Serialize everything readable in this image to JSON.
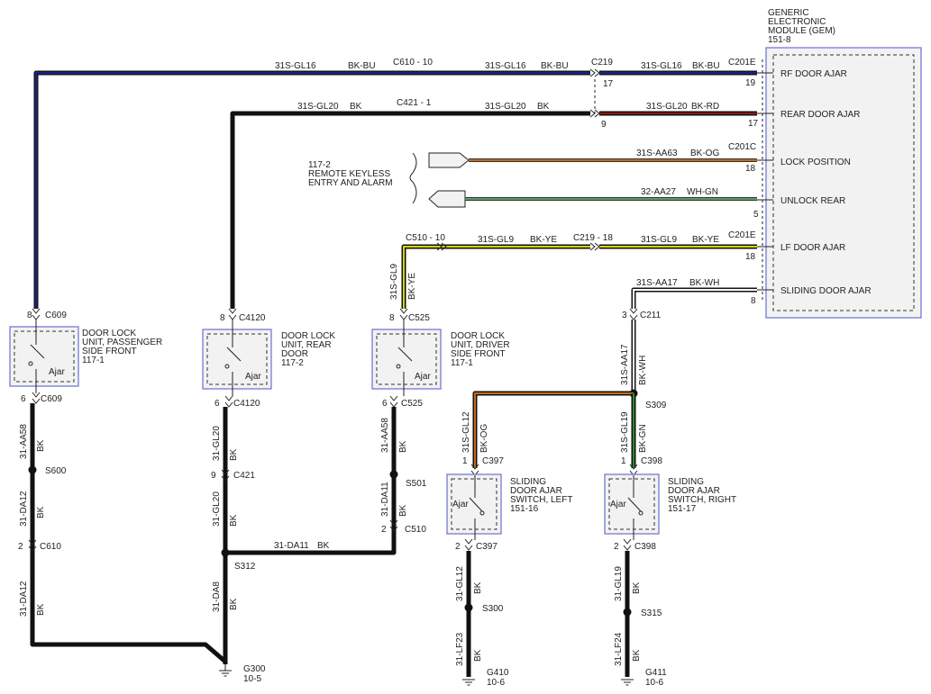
{
  "gem": {
    "title_lines": [
      "GENERIC",
      "ELECTRONIC",
      "MODULE (GEM)",
      "151-8"
    ],
    "pins": [
      {
        "label": "RF DOOR AJAR",
        "pin": "19",
        "connector": "C201E"
      },
      {
        "label": "REAR DOOR AJAR",
        "pin": "17",
        "connector": ""
      },
      {
        "label": "LOCK POSITION",
        "pin": "18",
        "connector": "C201C"
      },
      {
        "label": "UNLOCK REAR",
        "pin": "5",
        "connector": ""
      },
      {
        "label": "LF DOOR AJAR",
        "pin": "18",
        "connector": "C201E"
      },
      {
        "label": "SLIDING DOOR AJAR",
        "pin": "8",
        "connector": ""
      }
    ]
  },
  "rke": {
    "lines": [
      "117-2",
      "REMOTE KEYLESS",
      "ENTRY AND ALARM"
    ]
  },
  "wires": {
    "rf_left": {
      "circuit": "31S-GL16",
      "color": "BK-BU",
      "connector": "C610 - 10"
    },
    "rf_mid": {
      "circuit": "31S-GL16",
      "color": "BK-BU",
      "connector": "C219",
      "pin": "17"
    },
    "rf_right": {
      "circuit": "31S-GL16",
      "color": "BK-BU"
    },
    "rear_left": {
      "circuit": "31S-GL20",
      "color": "BK",
      "connector": "C421 - 1"
    },
    "rear_mid": {
      "circuit": "31S-GL20",
      "color": "BK",
      "pin": "9"
    },
    "rear_right": {
      "circuit": "31S-GL20",
      "color": "BK-RD"
    },
    "lock": {
      "circuit": "31S-AA63",
      "color": "BK-OG"
    },
    "unlock": {
      "circuit": "32-AA27",
      "color": "WH-GN"
    },
    "lf_left": {
      "circuit": "31S-GL9",
      "color": "BK-YE",
      "connector": "C510 - 10"
    },
    "lf_mid": {
      "connector": "C219 - 18"
    },
    "lf_right": {
      "circuit": "31S-GL9",
      "color": "BK-YE"
    },
    "lf_vert": {
      "circuit": "31S-GL9",
      "color": "BK-YE"
    },
    "slide": {
      "circuit": "31S-AA17",
      "color": "BK-WH"
    },
    "slide_vert": {
      "circuit": "31S-AA17",
      "color": "BK-WH"
    },
    "gl12_top": {
      "circuit": "31S-GL12",
      "color": "BK-OG"
    },
    "gl19_top": {
      "circuit": "31S-GL19",
      "color": "BK-GN"
    },
    "aa58_pass": {
      "circuit": "31-AA58",
      "color": "BK"
    },
    "da12_a": {
      "circuit": "31-DA12",
      "color": "BK"
    },
    "da12_b": {
      "circuit": "31-DA12",
      "color": "BK"
    },
    "gl20_a": {
      "circuit": "31-GL20",
      "color": "BK"
    },
    "gl20_b": {
      "circuit": "31-GL20",
      "color": "BK"
    },
    "da8": {
      "circuit": "31-DA8",
      "color": "BK"
    },
    "da11_h": {
      "circuit": "31-DA11",
      "color": "BK"
    },
    "aa58_drv": {
      "circuit": "31-AA58",
      "color": "BK"
    },
    "da11_v": {
      "circuit": "31-DA11",
      "color": "BK"
    },
    "gl12_bot": {
      "circuit": "31-GL12",
      "color": "BK"
    },
    "lf23": {
      "circuit": "31-LF23",
      "color": "BK"
    },
    "gl19_bot": {
      "circuit": "31-GL19",
      "color": "BK"
    },
    "lf24": {
      "circuit": "31-LF24",
      "color": "BK"
    }
  },
  "connectors": {
    "c609_top": {
      "pin": "8",
      "name": "C609"
    },
    "c609_bot": {
      "pin": "6",
      "name": "C609"
    },
    "c4120_top": {
      "pin": "8",
      "name": "C4120"
    },
    "c4120_bot": {
      "pin": "6",
      "name": "C4120"
    },
    "c525_top": {
      "pin": "8",
      "name": "C525"
    },
    "c525_bot": {
      "pin": "6",
      "name": "C525"
    },
    "c211": {
      "pin": "3",
      "name": "C211"
    },
    "c610": {
      "pin": "2",
      "name": "C610"
    },
    "c421": {
      "pin": "9",
      "name": "C421"
    },
    "c510": {
      "pin": "2",
      "name": "C510"
    },
    "c397_top": {
      "pin": "1",
      "name": "C397"
    },
    "c397_bot": {
      "pin": "2",
      "name": "C397"
    },
    "c398_top": {
      "pin": "1",
      "name": "C398"
    },
    "c398_bot": {
      "pin": "2",
      "name": "C398"
    }
  },
  "splices": {
    "s600": "S600",
    "s312": "S312",
    "s501": "S501",
    "s309": "S309",
    "s300": "S300",
    "s315": "S315"
  },
  "components": {
    "lock_pass": {
      "lines": [
        "DOOR LOCK",
        "UNIT, PASSENGER",
        "SIDE FRONT",
        "117-1"
      ],
      "switch": "Ajar"
    },
    "lock_rear": {
      "lines": [
        "DOOR LOCK",
        "UNIT, REAR",
        "DOOR",
        "117-2"
      ],
      "switch": "Ajar"
    },
    "lock_drv": {
      "lines": [
        "DOOR LOCK",
        "UNIT, DRIVER",
        "SIDE FRONT",
        "117-1"
      ],
      "switch": "Ajar"
    },
    "slide_left": {
      "lines": [
        "SLIDING",
        "DOOR AJAR",
        "SWITCH, LEFT",
        "151-16"
      ],
      "switch": "Ajar"
    },
    "slide_right": {
      "lines": [
        "SLIDING",
        "DOOR AJAR",
        "SWITCH, RIGHT",
        "151-17"
      ],
      "switch": "Ajar"
    }
  },
  "grounds": {
    "g300": {
      "name": "G300",
      "ref": "10-5"
    },
    "g410": {
      "name": "G410",
      "ref": "10-6"
    },
    "g411": {
      "name": "G411",
      "ref": "10-6"
    }
  }
}
